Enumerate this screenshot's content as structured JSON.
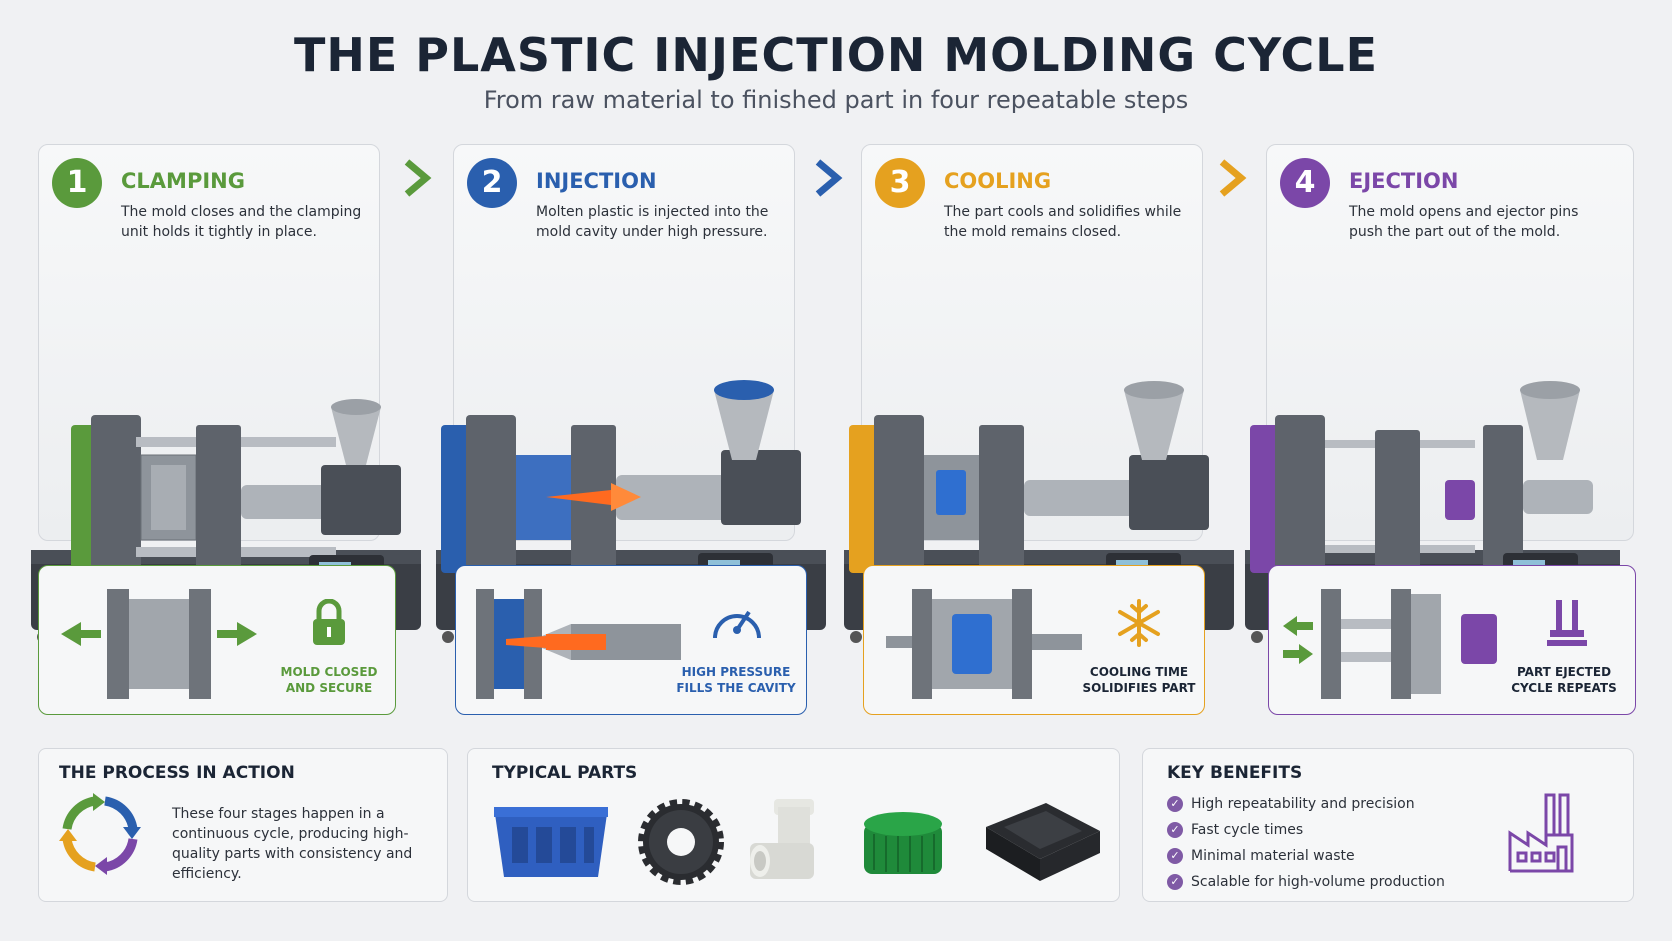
{
  "header": {
    "title": "THE PLASTIC INJECTION MOLDING CYCLE",
    "subtitle": "From raw material to finished part in four repeatable steps"
  },
  "stages": [
    {
      "number": "1",
      "title": "CLAMPING",
      "description": "The mold closes and the clamping unit holds it tightly in place.",
      "detail_line1": "MOLD CLOSED",
      "detail_line2": "AND SECURE",
      "color": "#5a9a3c",
      "detail_icon": "lock-icon"
    },
    {
      "number": "2",
      "title": "INJECTION",
      "description": "Molten plastic is injected into the mold cavity under high pressure.",
      "detail_line1": "HIGH PRESSURE",
      "detail_line2": "FILLS THE CAVITY",
      "color": "#2a5fae",
      "detail_icon": "gauge-icon"
    },
    {
      "number": "3",
      "title": "COOLING",
      "description": "The part cools and solidifies while the mold remains closed.",
      "detail_line1": "COOLING TIME",
      "detail_line2": "SOLIDIFIES PART",
      "color": "#e5a11f",
      "detail_icon": "snowflake-icon"
    },
    {
      "number": "4",
      "title": "EJECTION",
      "description": "The mold opens and ejector pins push the part out of the mold.",
      "detail_line1": "PART EJECTED",
      "detail_line2": "CYCLE REPEATS",
      "color": "#7b47a8",
      "detail_icon": "ejector-pin-icon"
    }
  ],
  "process": {
    "title": "THE PROCESS IN ACTION",
    "text": "These four stages happen in a continuous cycle, producing high-quality parts with consistency and efficiency."
  },
  "parts": {
    "title": "TYPICAL PARTS",
    "items": [
      "crate-icon",
      "gear-icon",
      "pipe-tee-icon",
      "bottle-cap-icon",
      "housing-icon"
    ]
  },
  "benefits": {
    "title": "KEY BENEFITS",
    "items": [
      "High repeatability and precision",
      "Fast cycle times",
      "Minimal material waste",
      "Scalable for high-volume production"
    ],
    "icon": "factory-icon"
  },
  "colors": {
    "green": "#5a9a3c",
    "blue": "#2a5fae",
    "orange": "#e5a11f",
    "purple": "#7b47a8",
    "title": "#1b2535"
  }
}
